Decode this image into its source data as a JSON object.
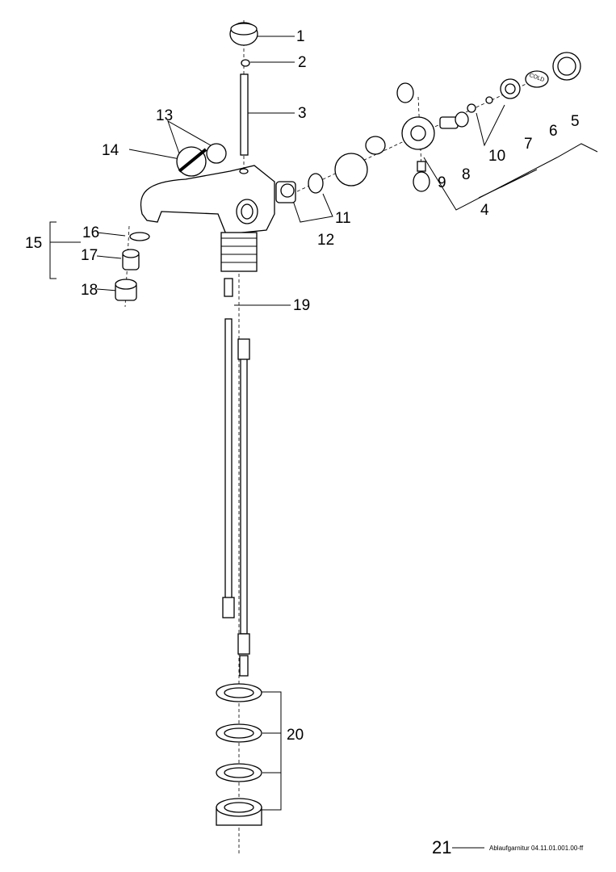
{
  "title": "Ablaufgarnitur 04.11.01.001.00-ff",
  "callouts": [
    "1",
    "2",
    "3",
    "4",
    "5",
    "6",
    "7",
    "8",
    "9",
    "10",
    "11",
    "12",
    "13",
    "14",
    "15",
    "16",
    "17",
    "18",
    "19",
    "20",
    "21"
  ],
  "cold_marking": "COLD"
}
